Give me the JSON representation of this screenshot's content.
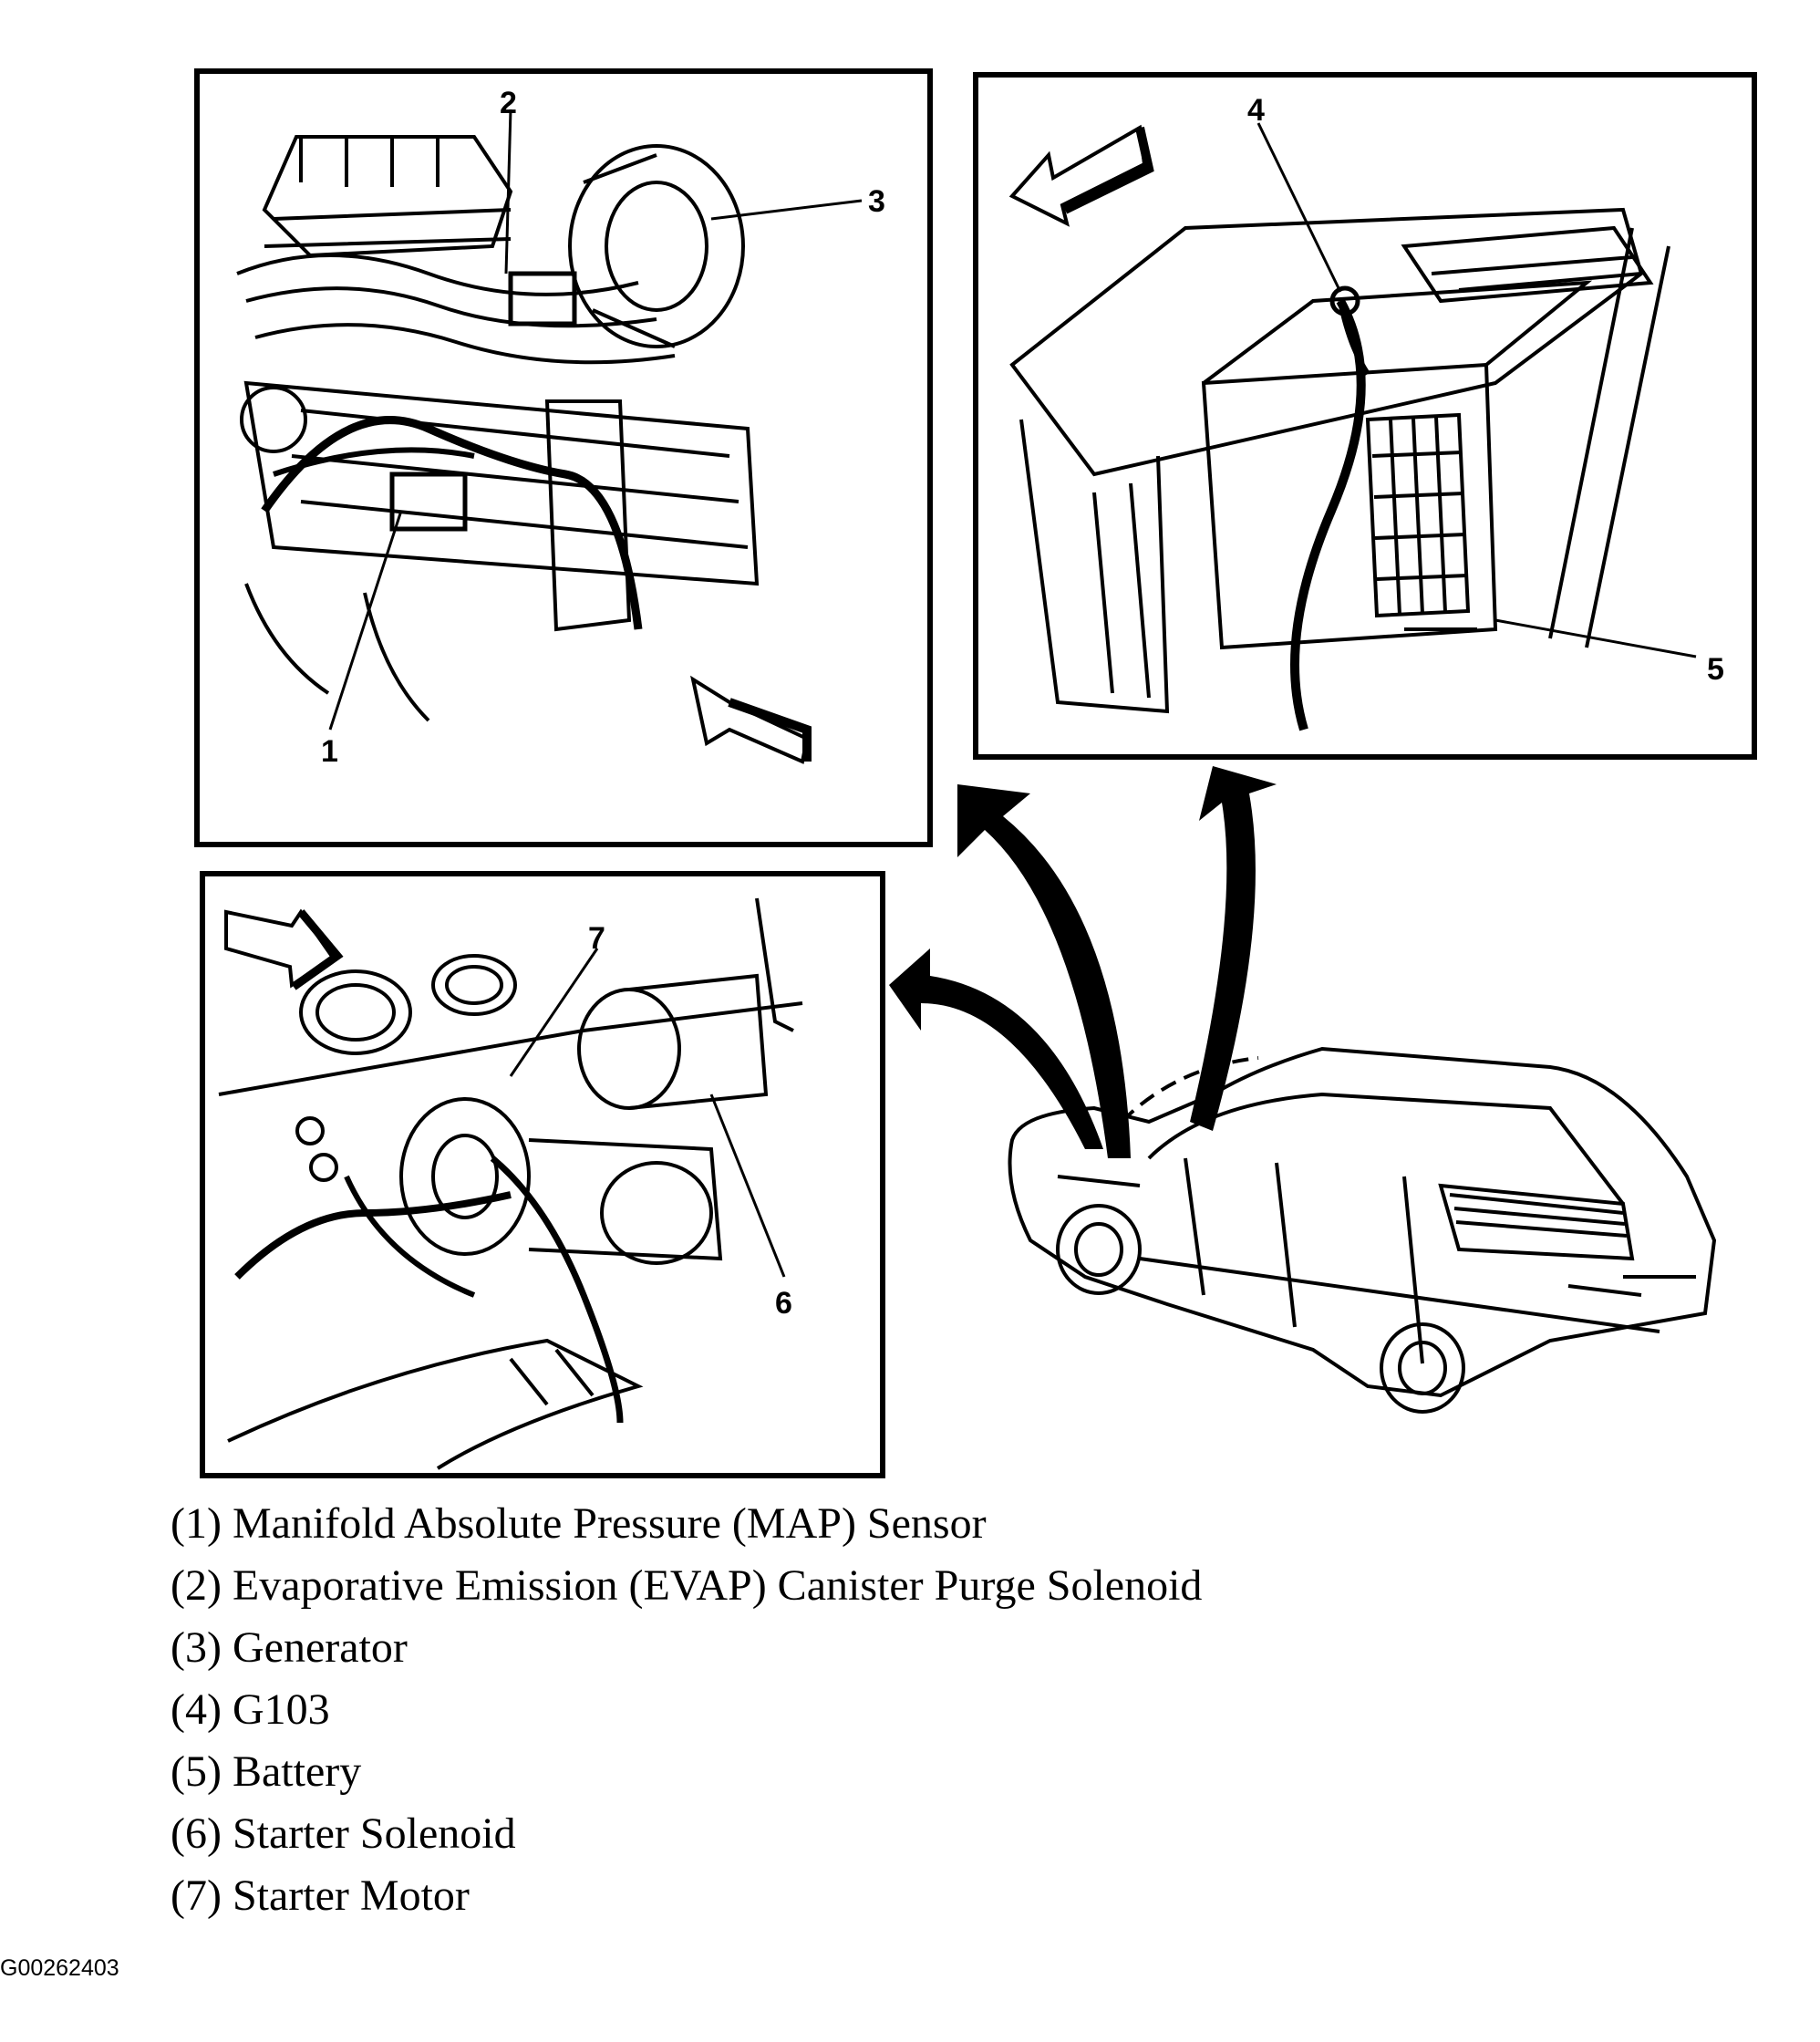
{
  "callouts": {
    "c1": "1",
    "c2": "2",
    "c3": "3",
    "c4": "4",
    "c5": "5",
    "c6": "6",
    "c7": "7"
  },
  "legend": [
    "(1) Manifold Absolute Pressure (MAP) Sensor",
    "(2) Evaporative Emission (EVAP) Canister Purge Solenoid",
    "(3) Generator",
    "(4) G103",
    "(5) Battery",
    "(6) Starter Solenoid",
    "(7) Starter Motor"
  ],
  "figure_id": "G00262403",
  "colors": {
    "ink": "#000000",
    "paper": "#ffffff"
  }
}
